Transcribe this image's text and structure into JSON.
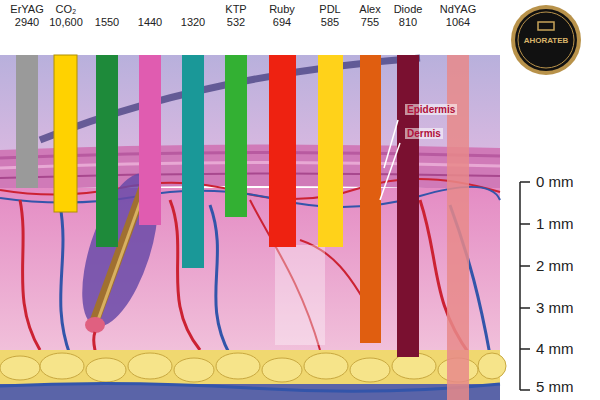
{
  "diagram": {
    "nodes": [
      {
        "text": [
          "ErYAG",
          "2940"
        ]
      },
      {
        "text": [
          "CO₂",
          "10,600"
        ]
      },
      {
        "text": [
          "1550"
        ]
      },
      {
        "text": [
          "1440"
        ]
      },
      {
        "text": [
          "1320"
        ]
      },
      {
        "text": [
          "KTP",
          "532"
        ]
      },
      {
        "text": [
          "Ruby",
          "694"
        ]
      },
      {
        "text": [
          "PDL",
          "585"
        ]
      },
      {
        "text": [
          "Alex",
          "755"
        ]
      },
      {
        "text": [
          "Diode",
          "810"
        ]
      },
      {
        "text": [
          "NdYAG",
          "1064"
        ]
      }
    ],
    "labels": [
      "AHORATEB",
      "Epidermis",
      "Dermis",
      "0 mm",
      "1 mm",
      "2 mm",
      "3 mm",
      "4 mm",
      "5 mm"
    ]
  }
}
